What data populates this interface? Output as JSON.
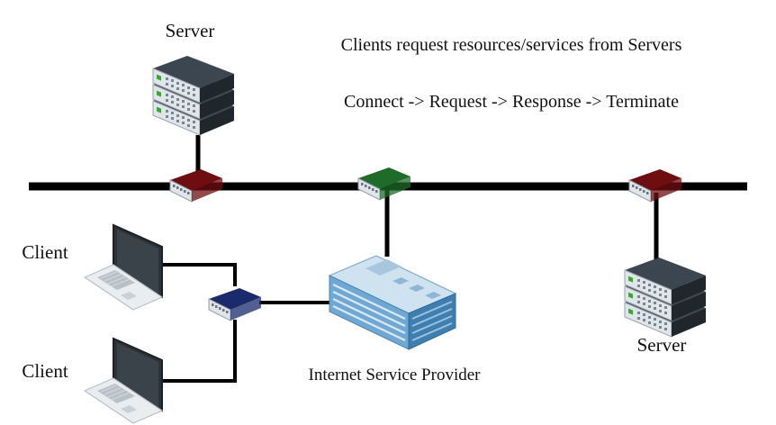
{
  "diagram": {
    "header": {
      "line1": "Clients request resources/services from Servers",
      "line2": "Connect -> Request -> Response -> Terminate"
    },
    "labels": {
      "server_top": "Server",
      "server_right": "Server",
      "client_top": "Client",
      "client_bottom": "Client",
      "isp": "Internet Service Provider"
    },
    "colors": {
      "wire": "#000000",
      "switch_left": "#6e0e10",
      "switch_center": "#1f6b2a",
      "switch_right": "#6e0e10",
      "switch_client": "#1a2a6c",
      "server_body": "#2f3840",
      "server_face": "#dfe5ea",
      "server_led": "#3da535",
      "building": "#5b9bc8"
    },
    "icons": [
      "server-icon",
      "network-switch-icon",
      "laptop-icon",
      "office-building-icon"
    ]
  }
}
